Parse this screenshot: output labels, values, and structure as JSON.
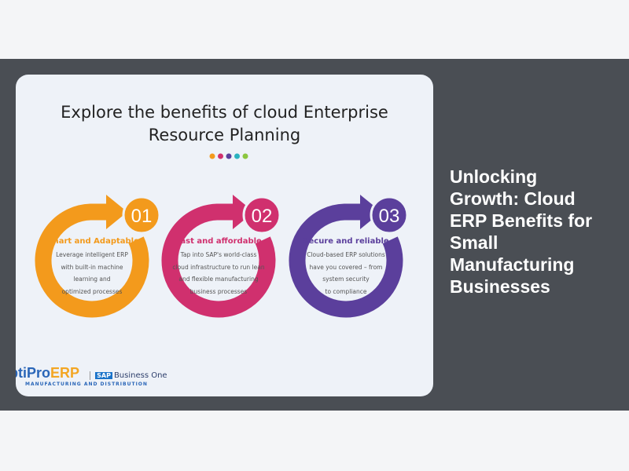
{
  "card": {
    "title_line1": "Explore the benefits of cloud Enterprise",
    "title_line2": "Resource Planning",
    "steps": [
      {
        "number": "01",
        "heading": "Smart and Adaptable",
        "color": "#f39a1c",
        "lines": [
          "Leverage intelligent ERP",
          "with built-in machine",
          "learning and",
          "optimized processes"
        ]
      },
      {
        "number": "02",
        "heading": "Fast and affordable",
        "color": "#d0306e",
        "lines": [
          "Tap into SAP's world-class",
          "cloud infrastructure to run lean",
          "and flexible manufacturing",
          "business processes"
        ]
      },
      {
        "number": "03",
        "heading": "Secure and reliable",
        "color": "#5b3f9c",
        "lines": [
          "Cloud-based ERP solutions",
          "have you covered – from",
          "system security",
          "to compliance"
        ]
      }
    ],
    "logo": {
      "brand": "ptiPro",
      "brand_accent": "ERP",
      "partner_mark": "SAP",
      "partner": "Business One",
      "tagline": "MANUFACTURING AND DISTRIBUTION"
    }
  },
  "side_title": "Unlocking Growth: Cloud ERP Benefits for Small Manufacturing Businesses"
}
